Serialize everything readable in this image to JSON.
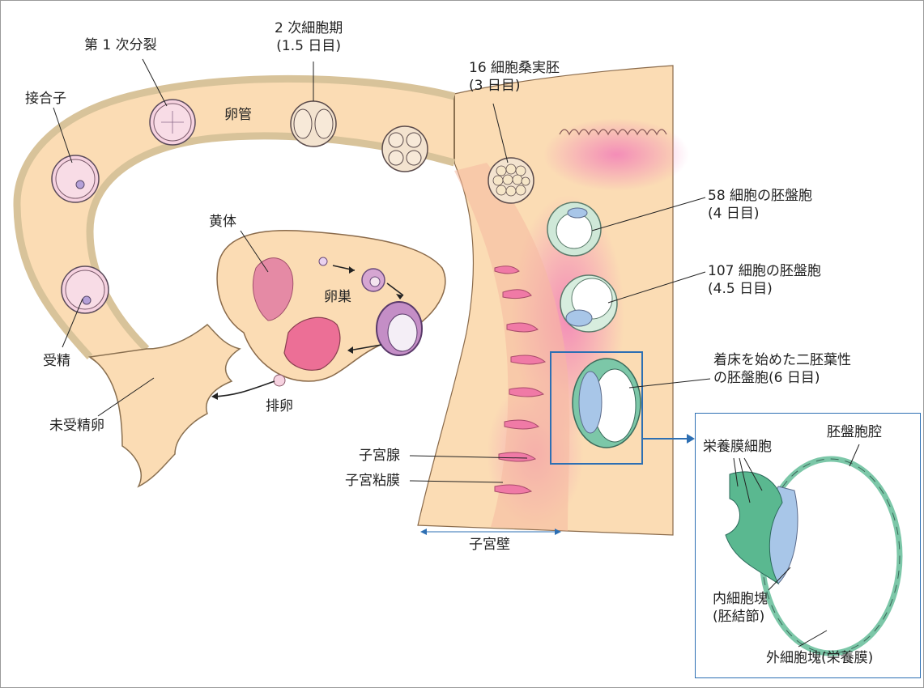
{
  "labels": {
    "zygote": "接合子",
    "first_division": "第 1 次分裂",
    "two_cell": {
      "line1": "2 次細胞期",
      "line2": "(1.5 日目)"
    },
    "oviduct": "卵管",
    "morula": {
      "line1": "16 細胞桑実胚",
      "line2": "(3 日目)"
    },
    "blastocyst_58": {
      "line1": "58 細胞の胚盤胞",
      "line2": "(4 日目)"
    },
    "blastocyst_107": {
      "line1": "107 細胞の胚盤胞",
      "line2": "(4.5 日目)"
    },
    "implanting": {
      "line1": "着床を始めた二胚葉性",
      "line2": "の胚盤胞(6 日目)"
    },
    "corpus_luteum": "黄体",
    "ovary": "卵巣",
    "ovulation": "排卵",
    "fertilization": "受精",
    "unfertilized_egg": "未受精卵",
    "uterine_gland": "子宮腺",
    "endometrium": "子宮粘膜",
    "uterine_wall": "子宮壁"
  },
  "inset": {
    "trophoblast_cells": "栄養膜細胞",
    "blastocoel": "胚盤胞腔",
    "inner_cell_mass": {
      "line1": "内細胞塊",
      "line2": "(胚結節)"
    },
    "outer_cell_mass": "外細胞塊(栄養膜)"
  },
  "colors": {
    "tissue": "#fbdcb4",
    "oviduct_wall": "#d8c39a",
    "uterus_pink": "#f08cbf",
    "cell_pink": "#f6d2e0",
    "trophoblast_green": "#7cc7a8",
    "icm_blue": "#a8c6e8",
    "accent_blue": "#2d6fb3"
  }
}
